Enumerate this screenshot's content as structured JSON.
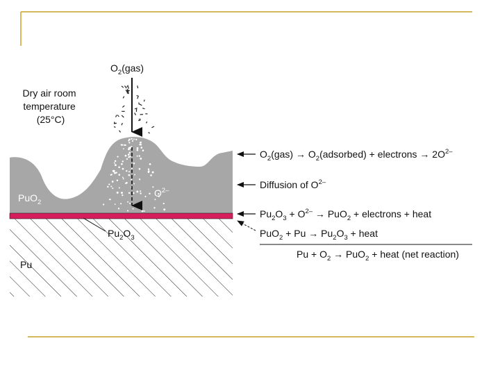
{
  "diagram": {
    "o2_gas": {
      "main": "O",
      "sub": "2",
      "rest": "(gas)"
    },
    "conditions": {
      "line1": "Dry air room",
      "line2": "temperature",
      "line3": "(25°C)"
    },
    "oxygen_ion": {
      "main": "O",
      "sup": "2–"
    },
    "puo2_layer": {
      "main": "PuO",
      "sub": "2"
    },
    "pu2o3_layer": {
      "a": "Pu",
      "b": "2",
      "c": "O",
      "d": "3"
    },
    "pu_metal": "Pu",
    "equations": {
      "eq1": {
        "a": "O",
        "b": "2",
        "c": "(gas) → O",
        "d": "2",
        "e": "(adsorbed) + electrons → 2O",
        "f": "2–"
      },
      "eq2": {
        "a": "Diffusion of O",
        "b": "2–"
      },
      "eq3": {
        "a": "Pu",
        "b": "2",
        "c": "O",
        "d": "3",
        "e": " + O",
        "f": "2–",
        "g": " → PuO",
        "h": "2",
        "i": " + electrons + heat"
      },
      "eq4": {
        "a": "PuO",
        "b": "2",
        "c": " + Pu  → Pu",
        "d": "2",
        "e": "O",
        "f": "3",
        "g": " + heat"
      },
      "eq5": {
        "a": "Pu + O",
        "b": "2",
        "c": " → PuO",
        "d": "2",
        "e": " + heat (net reaction)"
      }
    }
  },
  "colors": {
    "frame_lines": "#c9a227",
    "oxide_fill": "#a7a7a7",
    "pu2o3_band": "#d61e5c",
    "ink": "#111111"
  }
}
